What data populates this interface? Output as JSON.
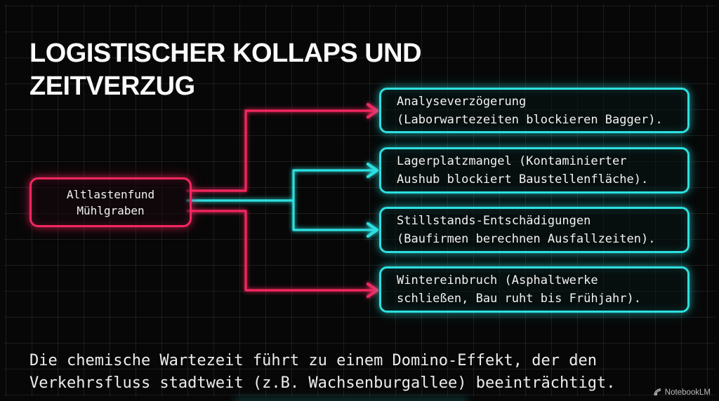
{
  "title": "LOGISTISCHER KOLLAPS UND\nZEITVERZUG",
  "source_node": {
    "label": "Altlastenfund\nMühlgraben"
  },
  "effects": [
    {
      "label": "Analyseverzögerung\n(Laborwartezeiten blockieren Bagger)."
    },
    {
      "label": "Lagerplatzmangel (Kontaminierter\nAushub blockiert Baustellenfläche)."
    },
    {
      "label": "Stillstands-Entschädigungen\n(Baufirmen berechnen Ausfallzeiten)."
    },
    {
      "label": "Wintereinbruch (Asphaltwerke\nschließen, Bau ruht bis Frühjahr)."
    }
  ],
  "footnote": "Die chemische Wartezeit führt zu einem Domino-Effekt, der den\nVerkehrsfluss stadtweit (z.B. Wachsenburgallee) beeinträchtigt.",
  "branding": "NotebookLM",
  "colors": {
    "pink": "#f5275f",
    "cyan": "#2ee0e0"
  }
}
